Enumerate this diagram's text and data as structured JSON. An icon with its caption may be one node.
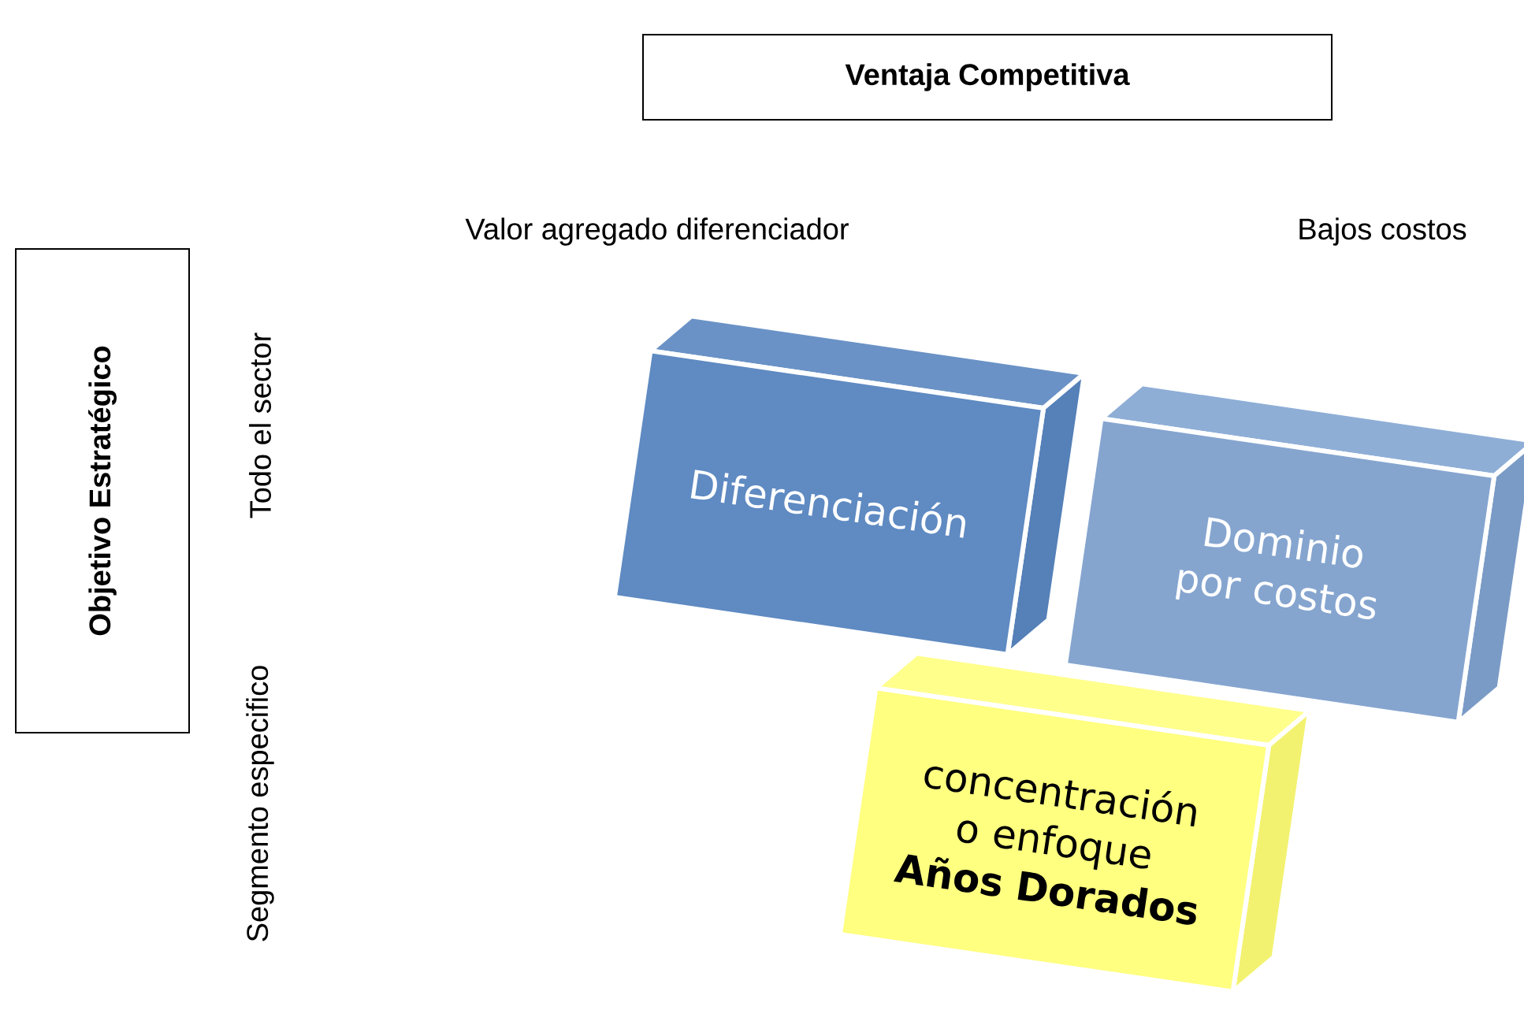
{
  "diagram": {
    "nodes": [
      {
        "text": [
          "Ventaja Competitiva"
        ]
      },
      {
        "text": [
          "Objetivo Estratégico"
        ]
      },
      {
        "text": [
          "Diferenciación"
        ]
      },
      {
        "text": [
          "Dominio por costos"
        ]
      },
      {
        "text": [
          "concentración o enfoque",
          "Años Dorados"
        ]
      }
    ],
    "labels": [
      "Valor agregado diferenciador",
      "Bajos costos",
      "Todo el sector",
      "Segmento especifico"
    ]
  }
}
